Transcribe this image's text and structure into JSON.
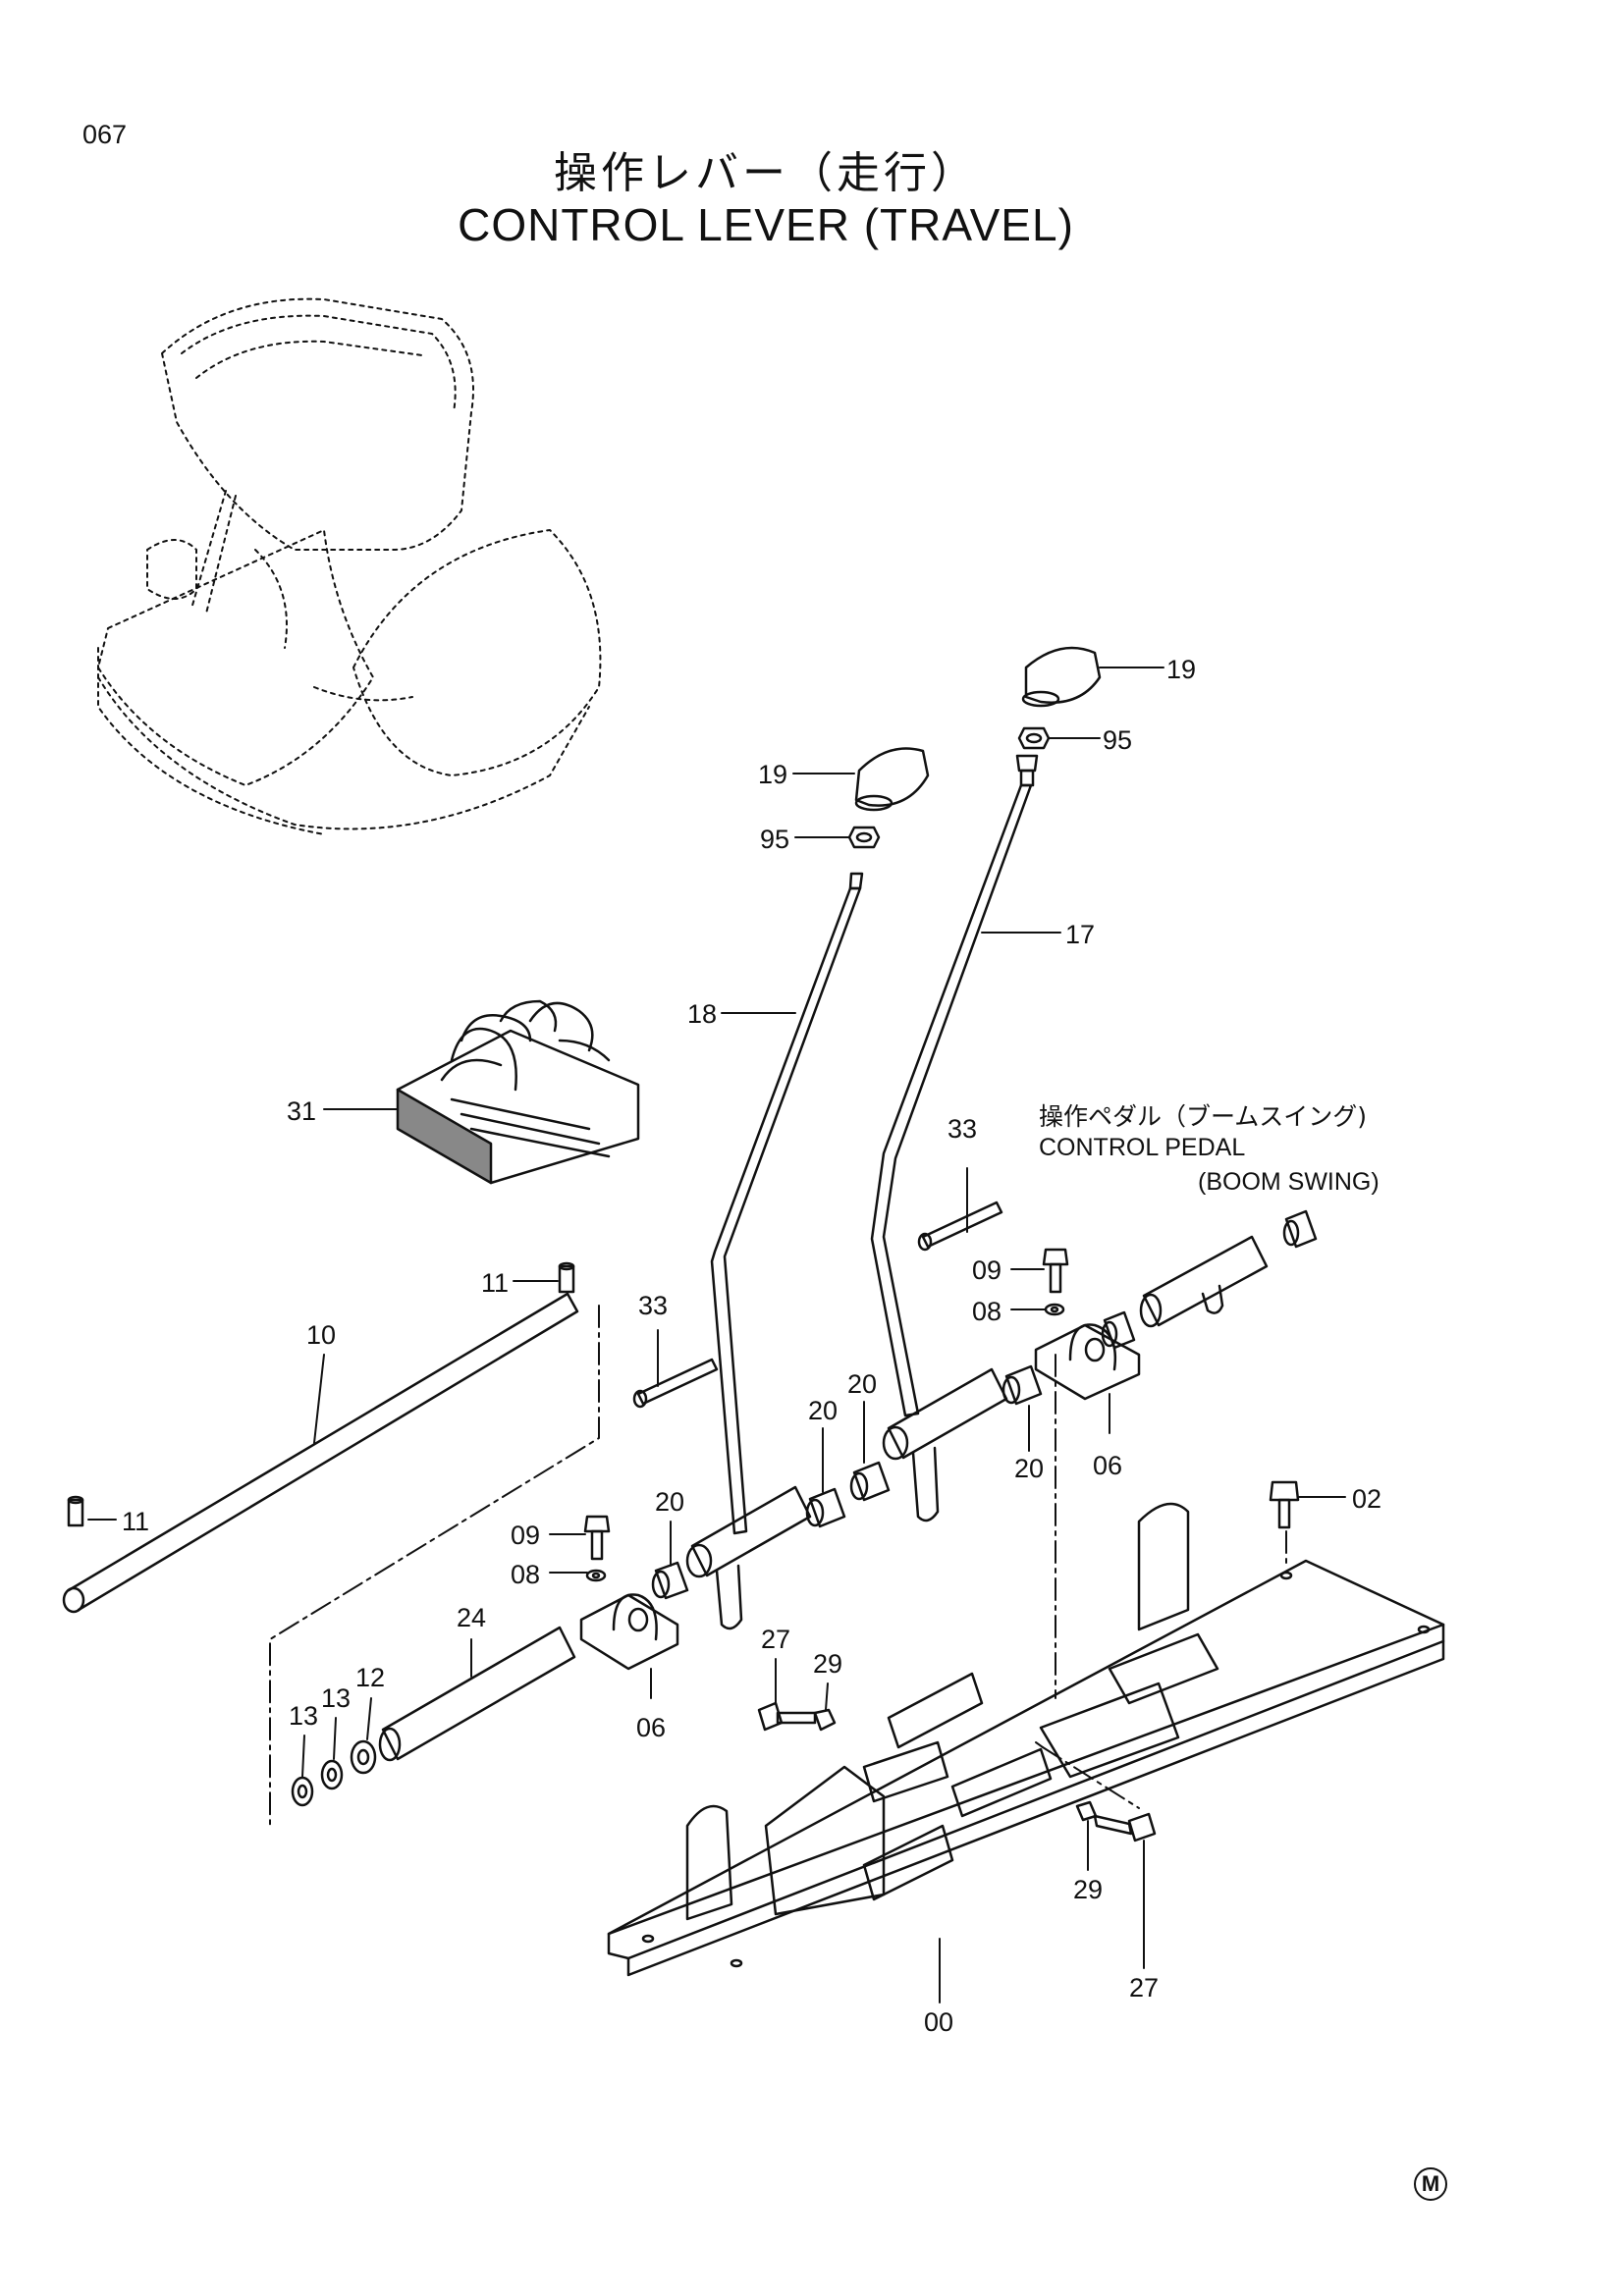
{
  "page": {
    "number": "067",
    "title_jp": "操作レバー（走行）",
    "title_en": "CONTROL LEVER (TRAVEL)",
    "mark": "M"
  },
  "reference": {
    "jp": "操作ペダル（ブームスイング)",
    "en_line1": "CONTROL PEDAL",
    "en_line2": "(BOOM SWING)"
  },
  "parts": [
    {
      "id": "19a",
      "label": "19",
      "part": "knob"
    },
    {
      "id": "19b",
      "label": "19",
      "part": "knob"
    },
    {
      "id": "95a",
      "label": "95",
      "part": "nut"
    },
    {
      "id": "95b",
      "label": "95",
      "part": "nut"
    },
    {
      "id": "17",
      "label": "17",
      "part": "lever"
    },
    {
      "id": "18",
      "label": "18",
      "part": "lever"
    },
    {
      "id": "31",
      "label": "31",
      "part": "boot"
    },
    {
      "id": "33a",
      "label": "33",
      "part": "pin"
    },
    {
      "id": "33b",
      "label": "33",
      "part": "pin"
    },
    {
      "id": "09a",
      "label": "09",
      "part": "bolt"
    },
    {
      "id": "09b",
      "label": "09",
      "part": "bolt"
    },
    {
      "id": "08a",
      "label": "08",
      "part": "washer"
    },
    {
      "id": "08b",
      "label": "08",
      "part": "washer"
    },
    {
      "id": "06a",
      "label": "06",
      "part": "bracket"
    },
    {
      "id": "06b",
      "label": "06",
      "part": "bracket"
    },
    {
      "id": "20a",
      "label": "20",
      "part": "bushing"
    },
    {
      "id": "20b",
      "label": "20",
      "part": "bushing"
    },
    {
      "id": "20c",
      "label": "20",
      "part": "bushing"
    },
    {
      "id": "20d",
      "label": "20",
      "part": "bushing"
    },
    {
      "id": "11a",
      "label": "11",
      "part": "pin"
    },
    {
      "id": "11b",
      "label": "11",
      "part": "pin"
    },
    {
      "id": "10",
      "label": "10",
      "part": "shaft"
    },
    {
      "id": "02",
      "label": "02",
      "part": "bolt"
    },
    {
      "id": "24",
      "label": "24",
      "part": "spacer"
    },
    {
      "id": "12",
      "label": "12",
      "part": "washer"
    },
    {
      "id": "13a",
      "label": "13",
      "part": "washer"
    },
    {
      "id": "13b",
      "label": "13",
      "part": "washer"
    },
    {
      "id": "27a",
      "label": "27",
      "part": "bolt"
    },
    {
      "id": "27b",
      "label": "27",
      "part": "bolt"
    },
    {
      "id": "29a",
      "label": "29",
      "part": "nut"
    },
    {
      "id": "29b",
      "label": "29",
      "part": "nut"
    },
    {
      "id": "00",
      "label": "00",
      "part": "base-plate"
    }
  ]
}
